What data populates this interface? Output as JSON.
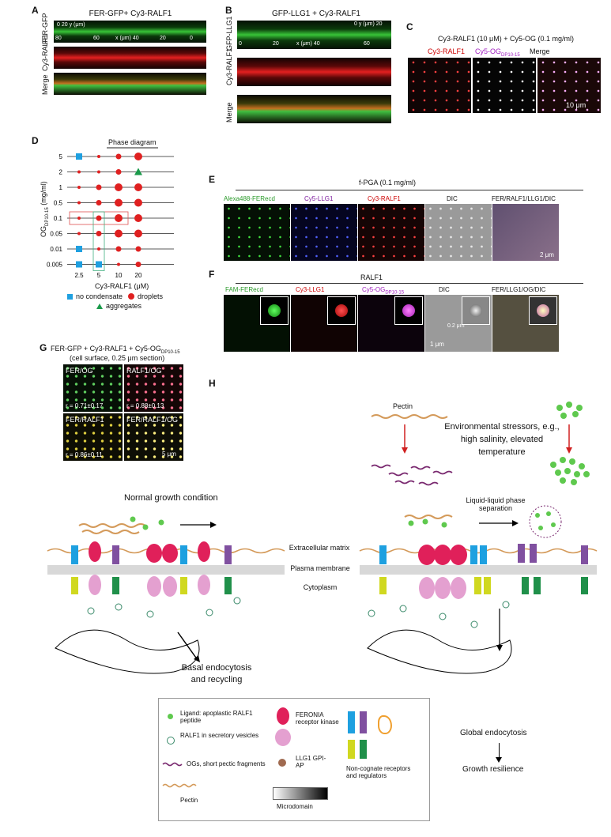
{
  "panels": {
    "A": {
      "letter": "A",
      "title": "FER-GFP+ Cy3-RALF1",
      "rows": [
        "FER-GFP",
        "Cy3-RALF1",
        "Merge"
      ],
      "ticks": [
        "80",
        "60",
        "x (μm) 40",
        "20",
        "0"
      ],
      "ylab": "0  20 y (μm)",
      "zlab": "8.5 z (μm) 0"
    },
    "B": {
      "letter": "B",
      "title": "GFP-LLG1 + Cy3-RALF1",
      "rows": [
        "GFP-LLG1",
        "Cy3-RALF1",
        "Merge"
      ],
      "ticks": [
        "0",
        "20",
        "x (μm) 40",
        "60"
      ],
      "ylab": "0 y (μm) 20",
      "zlab": "0 z (μm) 11"
    },
    "C": {
      "letter": "C",
      "title": "Cy3-RALF1 (10 μM) + Cy5-OG (0.1 mg/ml)",
      "cols": [
        "Cy3-RALF1",
        "Cy5-OG",
        "Merge"
      ],
      "sub": "DP10-15",
      "scale": "10 μm"
    },
    "D": {
      "letter": "D",
      "title": "Phase diagram",
      "ylabel": "OG",
      "ysub": "DP10-15",
      "yunit": "(mg/ml)",
      "xlabel": "Cy3-RALF1 (μM)",
      "legend": [
        "no condensate",
        "droplets",
        "aggregates"
      ]
    },
    "E": {
      "letter": "E",
      "title": "f-PGA (0.1 mg/ml)",
      "cols": [
        "Alexa488-FERecd",
        "Cy5-LLG1",
        "Cy3-RALF1",
        "DIC",
        "FER/RALF1/LLG1/DIC"
      ],
      "scale": "2 μm"
    },
    "F": {
      "letter": "F",
      "title": "RALF1",
      "cols": [
        "FAM-FERecd",
        "Cy3-LLG1",
        "Cy5-OG",
        "DIC",
        "FER/LLG1/OG/DIC"
      ],
      "sub": "DP10-15",
      "scale_inset": "0.2 μm",
      "scale": "1 μm"
    },
    "G": {
      "letter": "G",
      "title": "FER-GFP + Cy3-RALF1 + Cy5-OG",
      "sub": "DP10-15",
      "note": "(cell surface, 0.25 μm section)",
      "cells": [
        {
          "label": "FER/OG",
          "r": "r = 0.71±0.17"
        },
        {
          "label": "RALF1/OG",
          "r": "r = 0.88±0.13"
        },
        {
          "label": "FER/RALF1",
          "r": "r = 0.86±0.11"
        },
        {
          "label": "FER/RALF1/OG",
          "r": ""
        }
      ],
      "scale": "5 μm"
    },
    "H": {
      "letter": "H",
      "pectin": "Pectin",
      "stress": "Environmental stressors, e.g., high salinity, elevated temperature",
      "normal": "Normal growth condition",
      "llps": "Liquid-liquid phase separation",
      "ecm": "Extracellular matrix",
      "pm": "Plasma membrane",
      "cyto": "Cytoplasm",
      "basal": "Basal endocytosis and recycling",
      "global": "Global endocytosis",
      "resilience": "Growth resilience"
    }
  },
  "legend": {
    "ligand": "Ligand: apoplastic RALF1 peptide",
    "vesicle": "RALF1 in secretory vesicles",
    "ogs": "OGs, short pectic fragments",
    "pectin": "Pectin",
    "feronia": "FERONIA receptor kinase",
    "llg1": "LLG1 GPI-AP",
    "microdomain": "Microdomain",
    "noncognate": "Non-cognate receptors and regulators"
  },
  "chart_data": {
    "type": "scatter",
    "title": "Phase diagram",
    "xlabel": "Cy3-RALF1 (μM)",
    "ylabel": "OG DP10-15 (mg/ml)",
    "x": [
      "2.5",
      "5",
      "10",
      "20"
    ],
    "y": [
      "5",
      "2",
      "1",
      "0.5",
      "0.1",
      "0.05",
      "0.01",
      "0.005"
    ],
    "points": [
      {
        "y": "5",
        "x": "2.5",
        "state": "no condensate"
      },
      {
        "y": "5",
        "x": "5",
        "state": "droplets",
        "size": 1
      },
      {
        "y": "5",
        "x": "10",
        "state": "droplets",
        "size": 2
      },
      {
        "y": "5",
        "x": "20",
        "state": "droplets",
        "size": 3
      },
      {
        "y": "2",
        "x": "2.5",
        "state": "droplets",
        "size": 1
      },
      {
        "y": "2",
        "x": "5",
        "state": "droplets",
        "size": 1
      },
      {
        "y": "2",
        "x": "10",
        "state": "droplets",
        "size": 2
      },
      {
        "y": "2",
        "x": "20",
        "state": "aggregates"
      },
      {
        "y": "1",
        "x": "2.5",
        "state": "droplets",
        "size": 1
      },
      {
        "y": "1",
        "x": "5",
        "state": "droplets",
        "size": 2
      },
      {
        "y": "1",
        "x": "10",
        "state": "droplets",
        "size": 3
      },
      {
        "y": "1",
        "x": "20",
        "state": "droplets",
        "size": 3
      },
      {
        "y": "0.5",
        "x": "2.5",
        "state": "droplets",
        "size": 1
      },
      {
        "y": "0.5",
        "x": "5",
        "state": "droplets",
        "size": 2
      },
      {
        "y": "0.5",
        "x": "10",
        "state": "droplets",
        "size": 3
      },
      {
        "y": "0.5",
        "x": "20",
        "state": "droplets",
        "size": 3
      },
      {
        "y": "0.1",
        "x": "2.5",
        "state": "droplets",
        "size": 1
      },
      {
        "y": "0.1",
        "x": "5",
        "state": "droplets",
        "size": 2
      },
      {
        "y": "0.1",
        "x": "10",
        "state": "droplets",
        "size": 3
      },
      {
        "y": "0.1",
        "x": "20",
        "state": "droplets",
        "size": 3
      },
      {
        "y": "0.05",
        "x": "2.5",
        "state": "droplets",
        "size": 1
      },
      {
        "y": "0.05",
        "x": "5",
        "state": "droplets",
        "size": 2
      },
      {
        "y": "0.05",
        "x": "10",
        "state": "droplets",
        "size": 3
      },
      {
        "y": "0.05",
        "x": "20",
        "state": "droplets",
        "size": 3
      },
      {
        "y": "0.01",
        "x": "2.5",
        "state": "no condensate"
      },
      {
        "y": "0.01",
        "x": "5",
        "state": "droplets",
        "size": 1
      },
      {
        "y": "0.01",
        "x": "10",
        "state": "droplets",
        "size": 2
      },
      {
        "y": "0.01",
        "x": "20",
        "state": "droplets",
        "size": 2
      },
      {
        "y": "0.005",
        "x": "2.5",
        "state": "no condensate"
      },
      {
        "y": "0.005",
        "x": "5",
        "state": "no condensate"
      },
      {
        "y": "0.005",
        "x": "10",
        "state": "droplets",
        "size": 1
      },
      {
        "y": "0.005",
        "x": "20",
        "state": "droplets",
        "size": 2
      }
    ],
    "colors": {
      "no condensate": "#1fa0e0",
      "droplets": "#e02020",
      "aggregates": "#1a9a4a"
    }
  }
}
